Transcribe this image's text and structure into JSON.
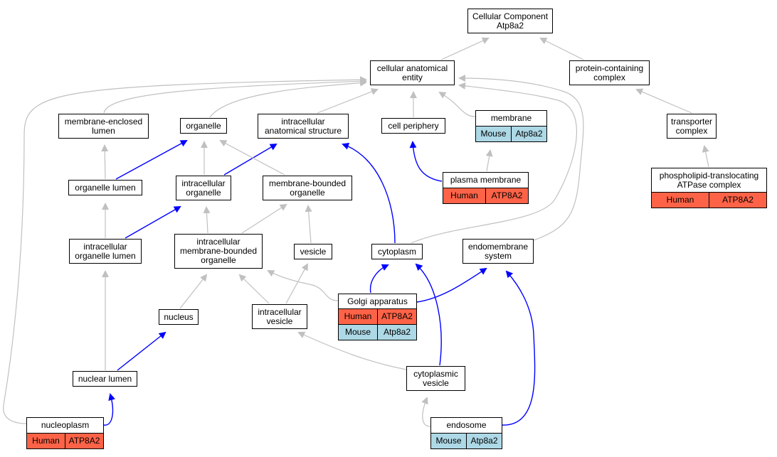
{
  "colors": {
    "gray_edge": "#c0c0c0",
    "blue_edge": "#0000ff",
    "human_fill": "#ff6347",
    "mouse_fill": "#add8e6"
  },
  "nodes": {
    "cc_root": {
      "label": "Cellular Component\nAtp8a2"
    },
    "cae": {
      "label": "cellular anatomical\nentity"
    },
    "pcc": {
      "label": "protein-containing\ncomplex"
    },
    "mel": {
      "label": "membrane-enclosed\nlumen"
    },
    "organelle": {
      "label": "organelle"
    },
    "ias": {
      "label": "intracellular\nanatomical structure"
    },
    "cell_periphery": {
      "label": "cell periphery"
    },
    "membrane": {
      "label": "membrane",
      "rows": [
        [
          "Mouse",
          "Atp8a2"
        ]
      ]
    },
    "transporter": {
      "label": "transporter\ncomplex"
    },
    "organelle_lumen": {
      "label": "organelle lumen"
    },
    "intra_organelle": {
      "label": "intracellular\norganelle"
    },
    "mbo": {
      "label": "membrane-bounded\norganelle"
    },
    "plasma_membrane": {
      "label": "plasma membrane",
      "rows": [
        [
          "Human",
          "ATP8A2"
        ]
      ]
    },
    "platpase": {
      "label": "phospholipid-translocating\nATPase complex",
      "rows": [
        [
          "Human",
          "ATP8A2"
        ]
      ]
    },
    "iol": {
      "label": "intracellular\norganelle lumen"
    },
    "imbo": {
      "label": "intracellular\nmembrane-bounded\norganelle"
    },
    "vesicle": {
      "label": "vesicle"
    },
    "cytoplasm": {
      "label": "cytoplasm"
    },
    "endomembrane": {
      "label": "endomembrane\nsystem"
    },
    "nucleus": {
      "label": "nucleus"
    },
    "intra_vesicle": {
      "label": "intracellular\nvesicle"
    },
    "golgi": {
      "label": "Golgi apparatus",
      "rows": [
        [
          "Human",
          "ATP8A2"
        ],
        [
          "Mouse",
          "Atp8a2"
        ]
      ]
    },
    "nuclear_lumen": {
      "label": "nuclear lumen"
    },
    "cyto_vesicle": {
      "label": "cytoplasmic\nvesicle"
    },
    "nucleoplasm": {
      "label": "nucleoplasm",
      "rows": [
        [
          "Human",
          "ATP8A2"
        ]
      ]
    },
    "endosome": {
      "label": "endosome",
      "rows": [
        [
          "Mouse",
          "Atp8a2"
        ]
      ]
    }
  },
  "edges": [
    {
      "from": "cae",
      "to": "cc_root",
      "kind": "gray"
    },
    {
      "from": "pcc",
      "to": "cc_root",
      "kind": "gray"
    },
    {
      "from": "transporter",
      "to": "pcc",
      "kind": "gray"
    },
    {
      "from": "platpase",
      "to": "transporter",
      "kind": "gray"
    },
    {
      "from": "mel",
      "to": "cae",
      "kind": "gray"
    },
    {
      "from": "organelle",
      "to": "cae",
      "kind": "gray"
    },
    {
      "from": "ias",
      "to": "cae",
      "kind": "gray"
    },
    {
      "from": "cell_periphery",
      "to": "cae",
      "kind": "gray"
    },
    {
      "from": "membrane",
      "to": "cae",
      "kind": "gray"
    },
    {
      "from": "nucleoplasm",
      "to": "cae",
      "kind": "gray"
    },
    {
      "from": "cytoplasm",
      "to": "cae",
      "kind": "gray"
    },
    {
      "from": "endomembrane",
      "to": "cae",
      "kind": "gray"
    },
    {
      "from": "plasma_membrane",
      "to": "membrane",
      "kind": "gray"
    },
    {
      "from": "plasma_membrane",
      "to": "cell_periphery",
      "kind": "blue"
    },
    {
      "from": "organelle_lumen",
      "to": "mel",
      "kind": "gray"
    },
    {
      "from": "organelle_lumen",
      "to": "organelle",
      "kind": "blue"
    },
    {
      "from": "intra_organelle",
      "to": "organelle",
      "kind": "gray"
    },
    {
      "from": "intra_organelle",
      "to": "ias",
      "kind": "blue"
    },
    {
      "from": "mbo",
      "to": "organelle",
      "kind": "gray"
    },
    {
      "from": "iol",
      "to": "organelle_lumen",
      "kind": "gray"
    },
    {
      "from": "iol",
      "to": "intra_organelle",
      "kind": "blue"
    },
    {
      "from": "imbo",
      "to": "intra_organelle",
      "kind": "gray"
    },
    {
      "from": "imbo",
      "to": "mbo",
      "kind": "gray"
    },
    {
      "from": "vesicle",
      "to": "mbo",
      "kind": "gray"
    },
    {
      "from": "cytoplasm",
      "to": "ias",
      "kind": "blue"
    },
    {
      "from": "nucleus",
      "to": "imbo",
      "kind": "gray"
    },
    {
      "from": "intra_vesicle",
      "to": "imbo",
      "kind": "gray"
    },
    {
      "from": "intra_vesicle",
      "to": "vesicle",
      "kind": "gray"
    },
    {
      "from": "golgi",
      "to": "imbo",
      "kind": "gray"
    },
    {
      "from": "golgi",
      "to": "cytoplasm",
      "kind": "blue"
    },
    {
      "from": "golgi",
      "to": "endomembrane",
      "kind": "blue"
    },
    {
      "from": "nuclear_lumen",
      "to": "iol",
      "kind": "gray"
    },
    {
      "from": "nuclear_lumen",
      "to": "nucleus",
      "kind": "blue"
    },
    {
      "from": "cyto_vesicle",
      "to": "intra_vesicle",
      "kind": "gray"
    },
    {
      "from": "cyto_vesicle",
      "to": "cytoplasm",
      "kind": "blue"
    },
    {
      "from": "nucleoplasm",
      "to": "nuclear_lumen",
      "kind": "blue"
    },
    {
      "from": "endosome",
      "to": "cyto_vesicle",
      "kind": "gray"
    },
    {
      "from": "endosome",
      "to": "endomembrane",
      "kind": "blue"
    }
  ]
}
